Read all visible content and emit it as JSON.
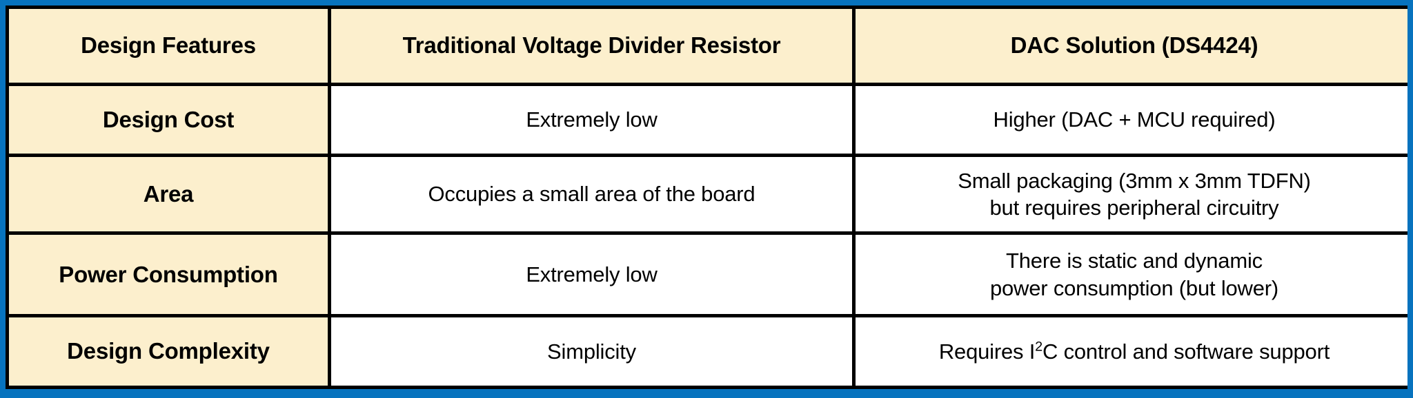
{
  "theme": {
    "frame_color": "#0773BE",
    "header_fill": "#FCEFCD",
    "grid_color": "#000000",
    "body_fill": "#FFFFFF",
    "text_color": "#000000"
  },
  "table": {
    "columns": [
      "Design Features",
      "Traditional Voltage Divider Resistor",
      "DAC Solution (DS4424)"
    ],
    "rows": [
      {
        "feature": "Design Cost",
        "traditional": "Extremely low",
        "dac_line1": "Higher (DAC + MCU required)",
        "dac_line2": ""
      },
      {
        "feature": "Area",
        "traditional": "Occupies a small area of the board",
        "dac_line1": "Small packaging (3mm x 3mm TDFN)",
        "dac_line2": "but requires peripheral circuitry"
      },
      {
        "feature": "Power Consumption",
        "traditional": "Extremely low",
        "dac_line1": "There is static and dynamic",
        "dac_line2": "power consumption (but lower)"
      },
      {
        "feature": "Design Complexity",
        "traditional": "Simplicity",
        "dac_pre_sup": "Requires I",
        "dac_sup": "2",
        "dac_post_sup": "C control and software support",
        "dac_line1": "",
        "dac_line2": ""
      }
    ]
  }
}
